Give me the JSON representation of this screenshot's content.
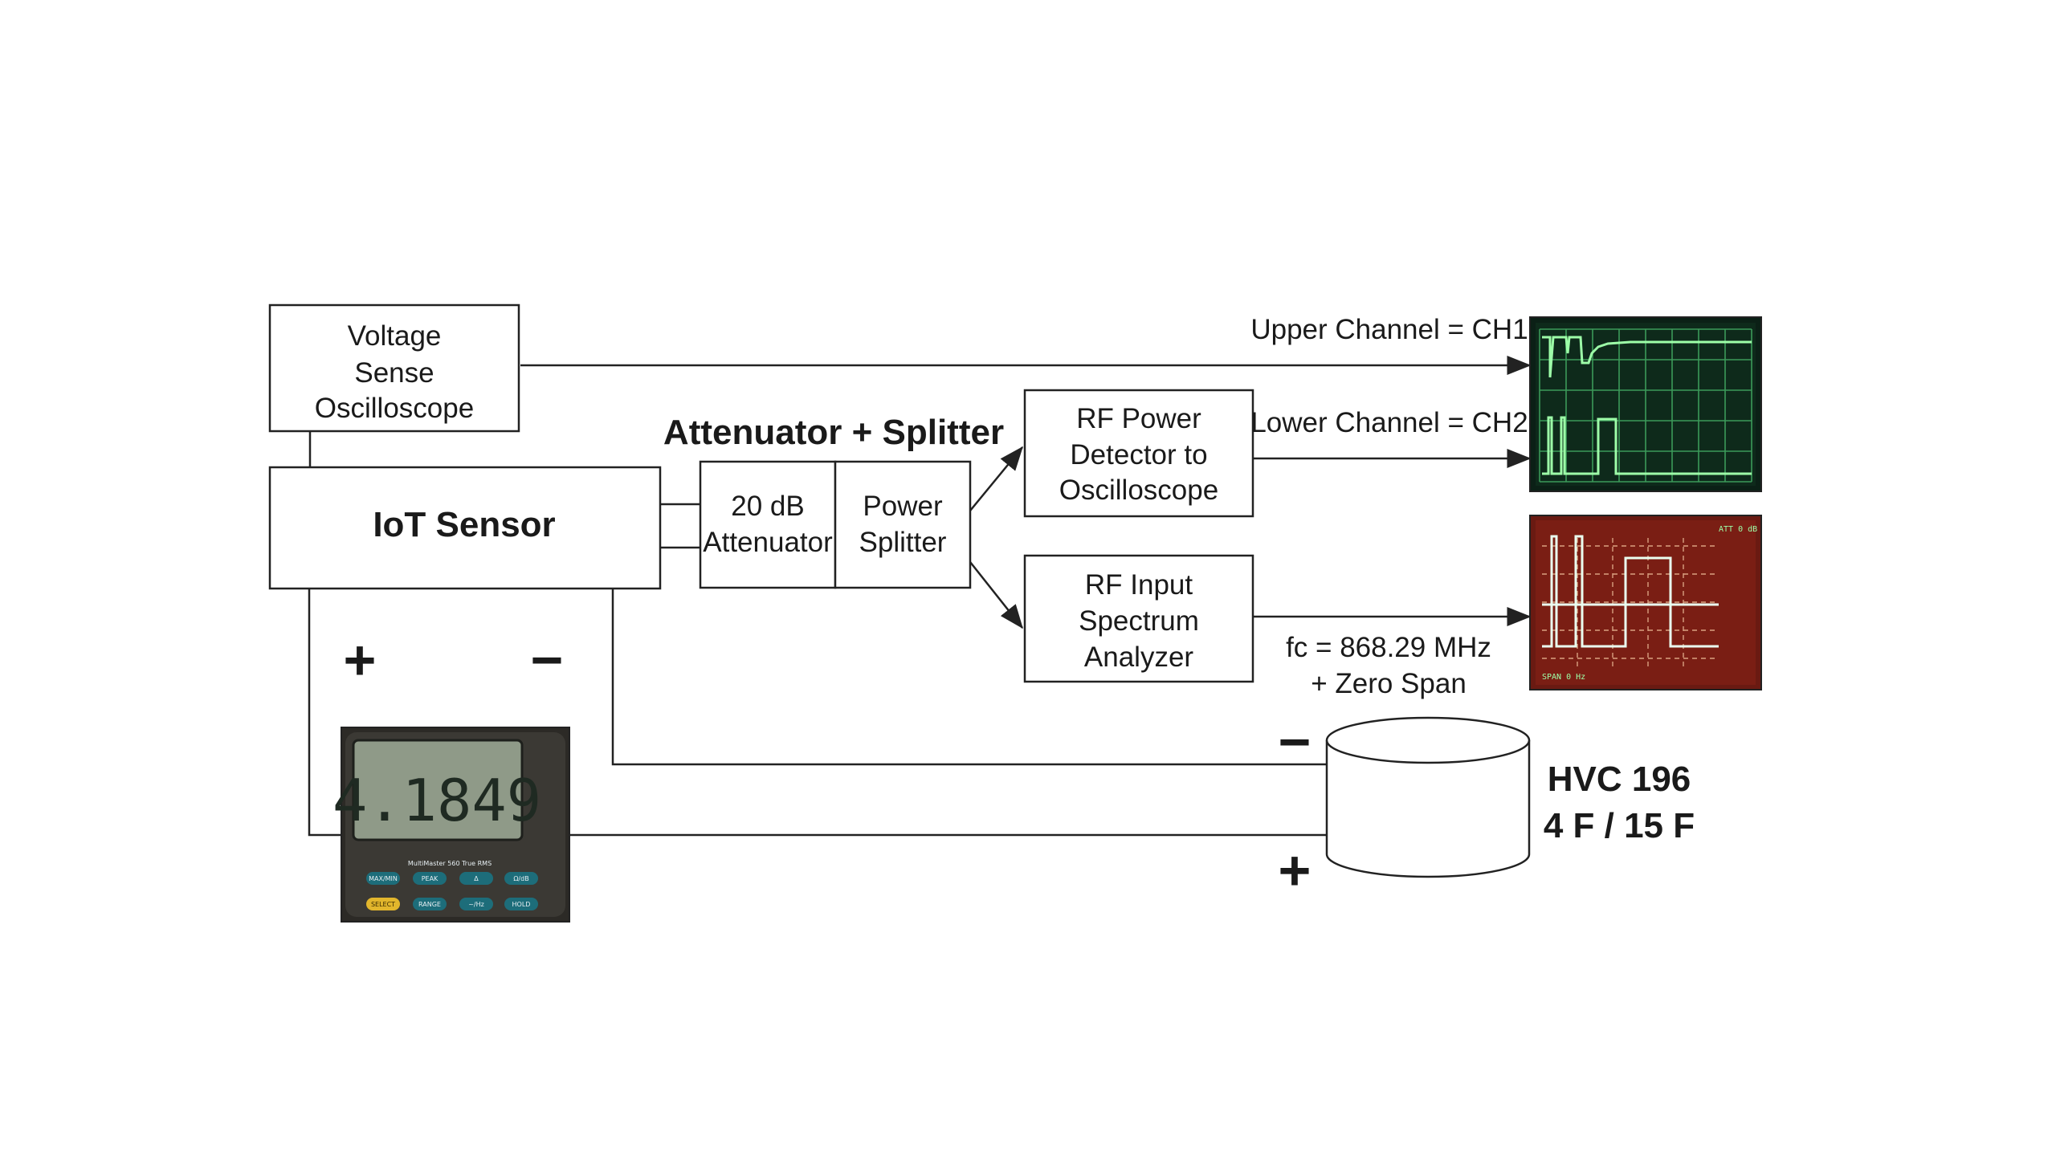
{
  "voltage_scope": {
    "line1": "Voltage",
    "line2": "Sense",
    "line3": "Oscilloscope"
  },
  "iot_sensor": {
    "label": "IoT Sensor"
  },
  "attenuator_splitter": {
    "title": "Attenuator + Splitter",
    "attenuator_line1": "20 dB",
    "attenuator_line2": "Attenuator",
    "splitter_line1": "Power",
    "splitter_line2": "Splitter"
  },
  "rf_power_detector": {
    "line1": "RF Power",
    "line2": "Detector to",
    "line3": "Oscilloscope"
  },
  "rf_spectrum_analyzer": {
    "line1": "RF Input",
    "line2": "Spectrum",
    "line3": "Analyzer"
  },
  "channels": {
    "upper": "Upper Channel = CH1",
    "lower": "Lower Channel = CH2"
  },
  "spectrum_settings": {
    "line1": "fc = 868.29 MHz",
    "line2": "+ Zero Span"
  },
  "polarity": {
    "plus": "+",
    "minus": "−"
  },
  "capacitor": {
    "line1": "HVC 196",
    "line2": "4 F / 15 F"
  },
  "multimeter": {
    "reading": "4.1849",
    "brand": "MultiMaster 560 True RMS",
    "buttons": [
      "MAX/MIN",
      "PEAK",
      "Δ",
      "Ω/dB",
      "SELECT",
      "RANGE",
      "~/Hz",
      "HOLD"
    ]
  },
  "analyzer_screen": {
    "top_right_text": "ATT 0 dB",
    "bottom_text": "SPAN 0 Hz"
  },
  "colors": {
    "line": "#222222",
    "scope_screen": "#0b2016",
    "scope_trace": "#9dffa8",
    "analyzer_screen": "#7a1e14",
    "analyzer_trace": "#eafff0",
    "select_button": "#e2b62c"
  }
}
